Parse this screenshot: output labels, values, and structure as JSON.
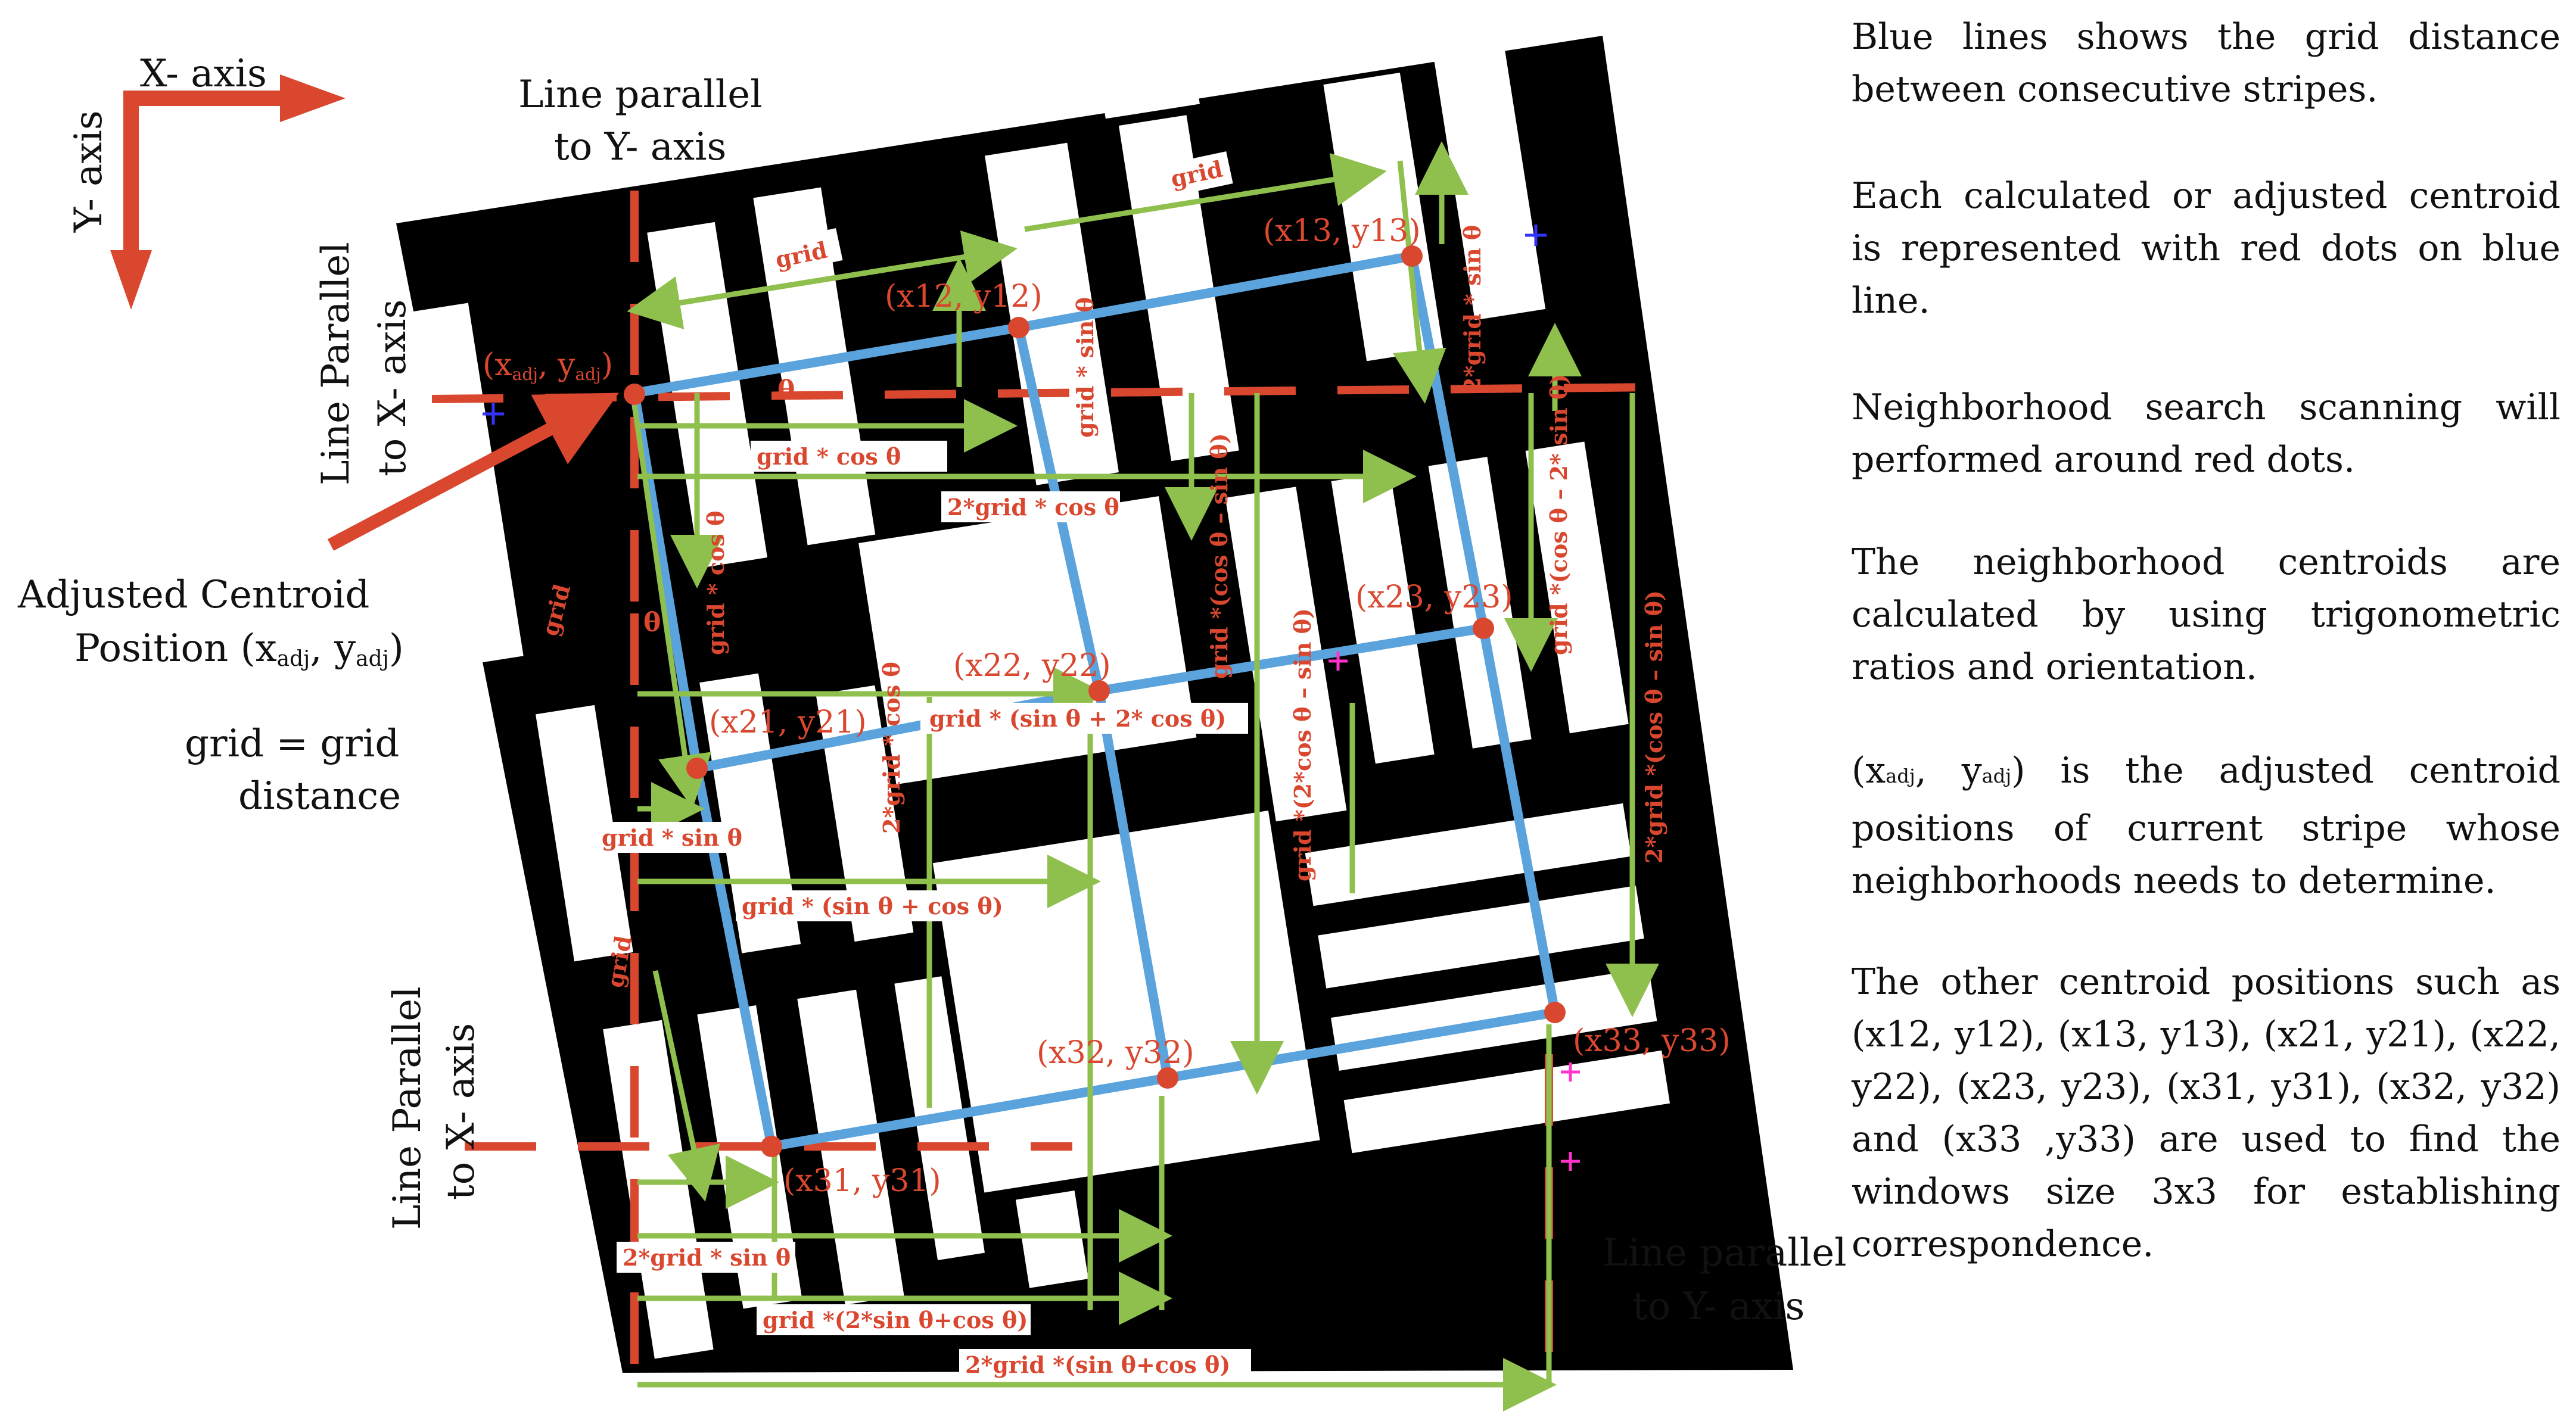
{
  "axes": {
    "x_label": "X- axis",
    "y_label": "Y- axis"
  },
  "labels": {
    "line_parallel_y_top": [
      "Line parallel",
      "to Y- axis"
    ],
    "line_parallel_x_left_top": [
      "Line Parallel",
      "to X- axis"
    ],
    "line_parallel_x_left_bottom": [
      "Line Parallel",
      "to X- axis"
    ],
    "line_parallel_y_bottom": [
      "Line parallel",
      "to Y- axis"
    ],
    "adjusted_centroid": [
      "Adjusted Centroid",
      "Position (x",
      "adj",
      ", y",
      "adj",
      ")"
    ],
    "grid_def": [
      "grid = grid",
      "distance"
    ]
  },
  "points": {
    "adj": [
      "(x",
      "adj",
      ", y",
      "adj",
      ")"
    ],
    "p12": "(x12, y12)",
    "p13": "(x13, y13)",
    "p21": "(x21, y21)",
    "p22": "(x22, y22)",
    "p23": "(x23, y23)",
    "p31": "(x31, y31)",
    "p32": "(x32, y32)",
    "p33": "(x33, y33)"
  },
  "annotations": {
    "grid": "grid",
    "theta": "θ",
    "grid_cos": "grid * cos θ",
    "two_grid_cos": "2*grid * cos θ",
    "grid_sin_v": "grid * sin θ",
    "two_grid_sin_v": "2*grid * sin θ",
    "grid_cos_v": "grid * cos θ",
    "grid_cos_minus_sin": "grid *(cos θ – sin θ)",
    "grid_cos_minus_2sin": "grid *(cos θ – 2* sin θ)",
    "two_grid_cos_minus_sin": "2*grid *(cos θ – sin θ)",
    "grid_2cos_minus_sin": "grid *(2*cos θ – sin θ)",
    "two_grid_cos_v": "2*grid * cos θ",
    "grid_sin_2cos": "grid * (sin θ + 2* cos θ)",
    "grid_sin_h": "grid * sin θ",
    "grid_sin_plus_cos": "grid * (sin θ + cos θ)",
    "two_grid_sin_h": "2*grid * sin θ",
    "grid_2sin_cos": "grid *(2*sin θ+cos θ)",
    "two_grid_sin_cos": "2*grid *(sin θ+cos θ)"
  },
  "description": [
    "Blue lines shows the grid distance between consecutive stripes.",
    "Each calculated or adjusted centroid is represented with red dots on blue line.",
    "Neighborhood search scanning will performed around red dots.",
    "The neighborhood centroids are calculated by using trigonometric ratios and orientation.",
    "is the adjusted centroid positions of current stripe whose neighborhoods needs to determine.",
    "The other centroid positions such as"
  ],
  "description_p5_lead": [
    "(x",
    "adj",
    ", y",
    "adj",
    ")"
  ],
  "description_p6_tail": "(x12, y12), (x13, y13), (x21, y21), (x22, y22), (x23, y23), (x31, y31), (x32, y32) and (x33 ,y33) are used to find the windows size 3x3 for establishing correspondence.",
  "colors": {
    "red": "#d9472f",
    "blue": "#5ba3dc",
    "green": "#8fbf4d",
    "black": "#000000",
    "magenta": "#ff33cc",
    "cross_blue": "#3333ff"
  }
}
